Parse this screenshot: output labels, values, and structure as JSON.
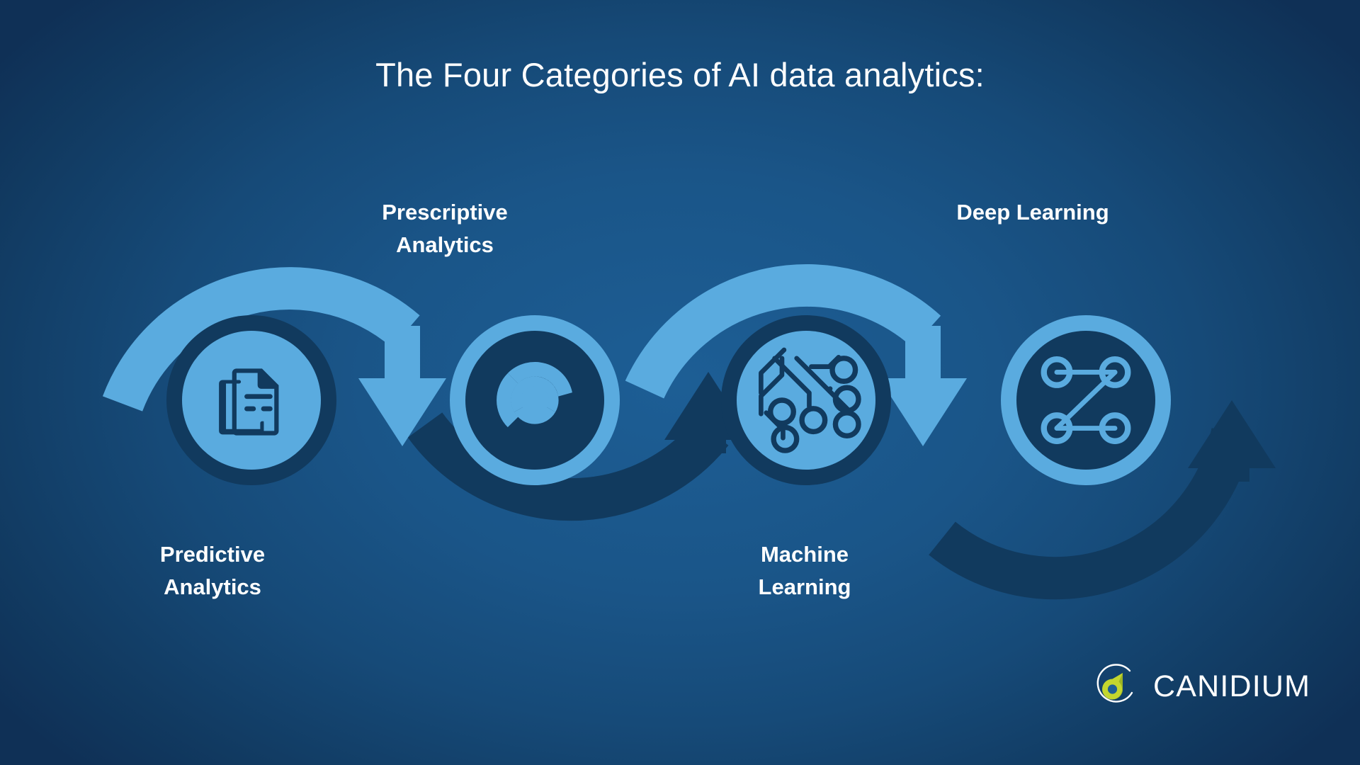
{
  "page": {
    "title": "The Four Categories of AI data analytics:",
    "background_outer_color": "#0f3056",
    "background_inner_color": "#1d5e95",
    "accent_light_blue": "#5aabdf",
    "accent_dark_blue": "#113a5e",
    "text_color": "#ffffff"
  },
  "diagram": {
    "type": "process-flow",
    "orientation": "horizontal-serpentine",
    "step_count": 4,
    "steps": [
      {
        "index": 1,
        "label": "Predictive\nAnalytics",
        "label_position": "below",
        "icon": "documents-icon",
        "icon_description": "two stacked documents with folded corner and text lines",
        "circle_fill": "#5aabdf",
        "circle_ring": "#113a5e",
        "icon_color": "#113a5e"
      },
      {
        "index": 2,
        "label": "Prescriptive\nAnalytics",
        "label_position": "above",
        "icon": "donut-chart-icon",
        "icon_description": "segmented donut / pie chart with inner circle",
        "circle_fill": "#113a5e",
        "circle_ring": "#5aabdf",
        "icon_color": "#5aabdf"
      },
      {
        "index": 3,
        "label": "Machine\nLearning",
        "label_position": "below",
        "icon": "circuit-board-icon",
        "icon_description": "circuit traces terminating in node circles",
        "circle_fill": "#5aabdf",
        "circle_ring": "#113a5e",
        "icon_color": "#113a5e"
      },
      {
        "index": 4,
        "label": "Deep Learning",
        "label_position": "above",
        "icon": "neural-network-icon",
        "icon_description": "four nodes connected in a Z-shaped network",
        "circle_fill": "#113a5e",
        "circle_ring": "#5aabdf",
        "icon_color": "#5aabdf"
      }
    ],
    "connectors": [
      {
        "index": 1,
        "from_step": 1,
        "to_step": 2,
        "shape": "arc-over",
        "color": "#5aabdf",
        "arrow_direction": "down"
      },
      {
        "index": 2,
        "from_step": 2,
        "to_step": 3,
        "shape": "arc-under",
        "color": "#113a5e",
        "arrow_direction": "up"
      },
      {
        "index": 3,
        "from_step": 3,
        "to_step": 4,
        "shape": "arc-over",
        "color": "#5aabdf",
        "arrow_direction": "down"
      },
      {
        "index": 4,
        "from_step": 4,
        "to_step": null,
        "shape": "arc-under",
        "color": "#113a5e",
        "arrow_direction": "up"
      }
    ]
  },
  "logo": {
    "wordmark": "CANIDIUM",
    "mark_name": "canidium-droplet-logo",
    "ring_color": "#ffffff",
    "droplet_color_light": "#c3d62e",
    "droplet_color_dark": "#9cb424"
  }
}
